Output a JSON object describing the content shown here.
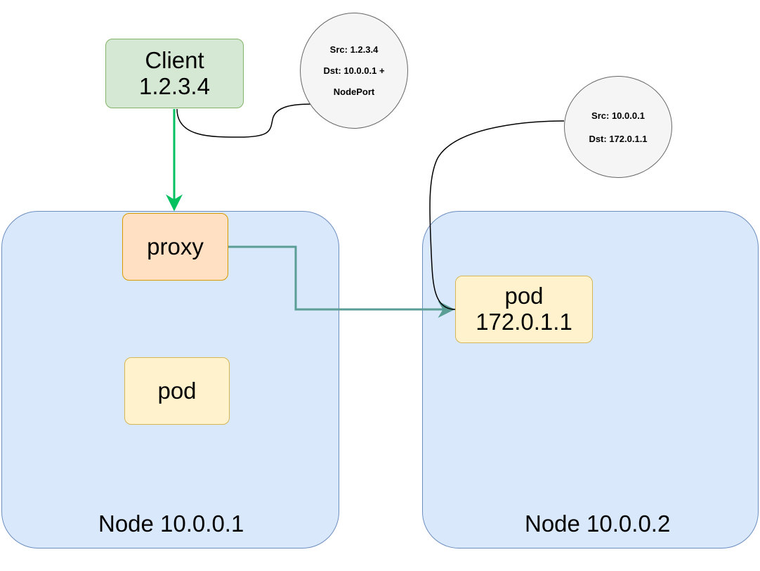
{
  "nodes": [
    {
      "label": "Node 10.0.0.1"
    },
    {
      "label": "Node 10.0.0.2"
    }
  ],
  "client": {
    "line1": "Client",
    "line2": "1.2.3.4"
  },
  "proxy": {
    "label": "proxy"
  },
  "pods": [
    {
      "line1": "pod"
    },
    {
      "line1": "pod",
      "line2": "172.0.1.1"
    }
  ],
  "bubbles": [
    {
      "lines": [
        "Src: 1.2.3.4",
        "Dst: 10.0.0.1 +",
        "NodePort"
      ]
    },
    {
      "lines": [
        "Src: 10.0.0.1",
        "Dst: 172.0.1.1"
      ]
    }
  ],
  "colors": {
    "node_fill": "#dae8fc",
    "node_stroke": "#6c8ebf",
    "client_fill": "#d5e8d4",
    "proxy_fill": "#ffe0c2",
    "pod_fill": "#fff2cc",
    "bubble_fill": "#f5f5f5",
    "client_arrow": "#00c060",
    "proxy_arrow": "#5a9e96"
  }
}
